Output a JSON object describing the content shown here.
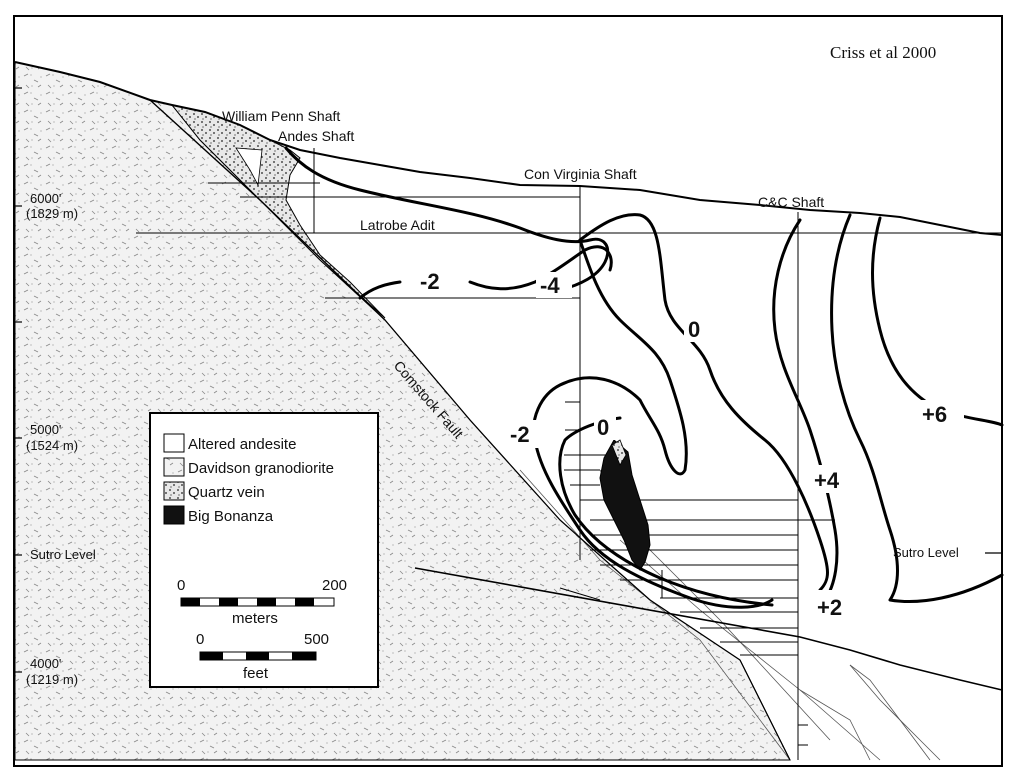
{
  "credit": "Criss et al 2000",
  "shafts": {
    "william_penn": "William Penn Shaft",
    "andes": "Andes Shaft",
    "con_virginia": "Con Virginia Shaft",
    "cc": "C&C Shaft"
  },
  "adit": "Latrobe Adit",
  "fault": "Comstock Fault",
  "sutro_left": "Sutro Level",
  "sutro_right": "Sutro Level",
  "elevations": {
    "e6000_ft": "6000'",
    "e6000_m": "(1829 m)",
    "e5000_ft": "5000'",
    "e5000_m": "(1524 m)",
    "e4000_ft": "4000'",
    "e4000_m": "(1219 m)"
  },
  "contours": {
    "neg2_upper": "-2",
    "neg4": "-4",
    "zero_upper": "0",
    "neg2_lower": "-2",
    "zero_lower": "0",
    "pos2": "+2",
    "pos4": "+4",
    "pos6": "+6"
  },
  "legend": {
    "items": [
      {
        "label": "Altered andesite"
      },
      {
        "label": "Davidson granodiorite"
      },
      {
        "label": "Quartz vein"
      },
      {
        "label": "Big Bonanza"
      }
    ]
  },
  "scale_m": {
    "min": "0",
    "max": "200",
    "unit": "meters"
  },
  "scale_ft": {
    "min": "0",
    "max": "500",
    "unit": "feet"
  }
}
